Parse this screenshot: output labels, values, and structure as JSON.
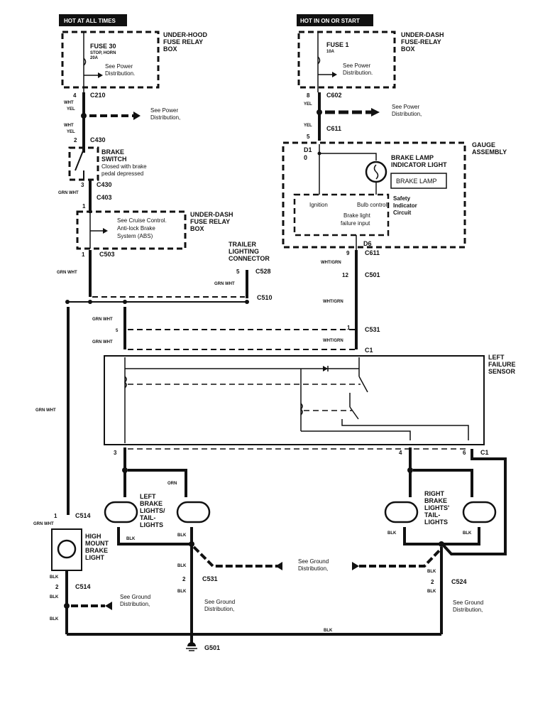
{
  "title_tags": {
    "left": "HOT AT ALL TIMES",
    "right": "HOT IN ON OR START"
  },
  "components": {
    "underhood_box": [
      "UNDER-HOOD",
      "FUSE RELAY",
      "BOX"
    ],
    "underdash_box_top": [
      "UNDER-DASH",
      "FUSE-RELAY",
      "BOX"
    ],
    "underdash_box_mid": [
      "UNDER-DASH",
      "FUSE RELAY",
      "BOX"
    ],
    "fuse30": {
      "name": "FUSE 30",
      "sub": "STOP, HORN",
      "rating": "20A"
    },
    "fuse1": {
      "name": "FUSE 1",
      "rating": "10A"
    },
    "brake_switch": [
      "BRAKE",
      "SWITCH",
      "Closed with brake",
      "pedal depressed"
    ],
    "gauge_assembly": [
      "GAUGE",
      "ASSEMBLY"
    ],
    "brake_lamp_indicator": [
      "BRAKE LAMP",
      "INDICATOR LIGHT"
    ],
    "brake_lamp_label": "BRAKE LAMP",
    "safety_circuit": [
      "Safety",
      "Indicator",
      "Circuit"
    ],
    "safety_inputs": {
      "ignition": "Ignition",
      "bulb": "Bulb control",
      "failure": [
        "Brake light",
        "failure input"
      ]
    },
    "pins_gauge": {
      "d1": "D1",
      "d1b": "0",
      "d6": "D6"
    },
    "cruise_note": [
      "See Cruise Control.",
      "Anti-lock Brake",
      "System (ABS)"
    ],
    "trailer": [
      "TRAILER",
      "LIGHTING",
      "CONNECTOR"
    ],
    "left_failure_sensor": [
      "LEFT",
      "FAILURE",
      "SENSOR"
    ],
    "left_lights": [
      "LEFT",
      "BRAKE",
      "LIGHTS/",
      "TAIL-",
      "LIGHTS"
    ],
    "right_lights": [
      "RIGHT",
      "BRAKE",
      "LIGHTS'",
      "TAIL-",
      "LIGHTS"
    ],
    "high_mount": [
      "HIGH",
      "MOUNT",
      "BRAKE",
      "LIGHT"
    ],
    "ground": "G501"
  },
  "notes": {
    "power": [
      "See Power",
      "Distribution."
    ],
    "power2": [
      "See Power",
      "Distribution,"
    ],
    "ground": [
      "See Ground",
      "Distribution,"
    ]
  },
  "connectors": [
    {
      "pin": "4",
      "id": "C210"
    },
    {
      "pin": "2",
      "id": "C430"
    },
    {
      "pin": "3",
      "id": "C430"
    },
    {
      "pin": "1",
      "id": "C403"
    },
    {
      "pin": "1",
      "id": "C503"
    },
    {
      "pin": "5",
      "id": "C528"
    },
    {
      "pin": "",
      "id": "C510"
    },
    {
      "pin": "8",
      "id": "C602"
    },
    {
      "pin": "5",
      "id": "C611"
    },
    {
      "pin": "9",
      "id": "C611"
    },
    {
      "pin": "12",
      "id": "C501"
    },
    {
      "pin": "1",
      "id": "C531"
    },
    {
      "pin": "",
      "id": "C1"
    },
    {
      "pin": "6",
      "id": "C1"
    },
    {
      "pin": "3",
      "id": ""
    },
    {
      "pin": "4",
      "id": ""
    },
    {
      "pin": "1",
      "id": "C514"
    },
    {
      "pin": "2",
      "id": "C514"
    },
    {
      "pin": "2",
      "id": "C531"
    },
    {
      "pin": "2",
      "id": "C524"
    },
    {
      "pin": "5",
      "id": ""
    }
  ],
  "wires": {
    "wht_yel": [
      "WHT",
      "YEL"
    ],
    "grn_wht": "GRN WHT",
    "yel": "YEL",
    "wht_grn": "WHT/GRN",
    "orn": "ORN",
    "blk": "BLK"
  }
}
